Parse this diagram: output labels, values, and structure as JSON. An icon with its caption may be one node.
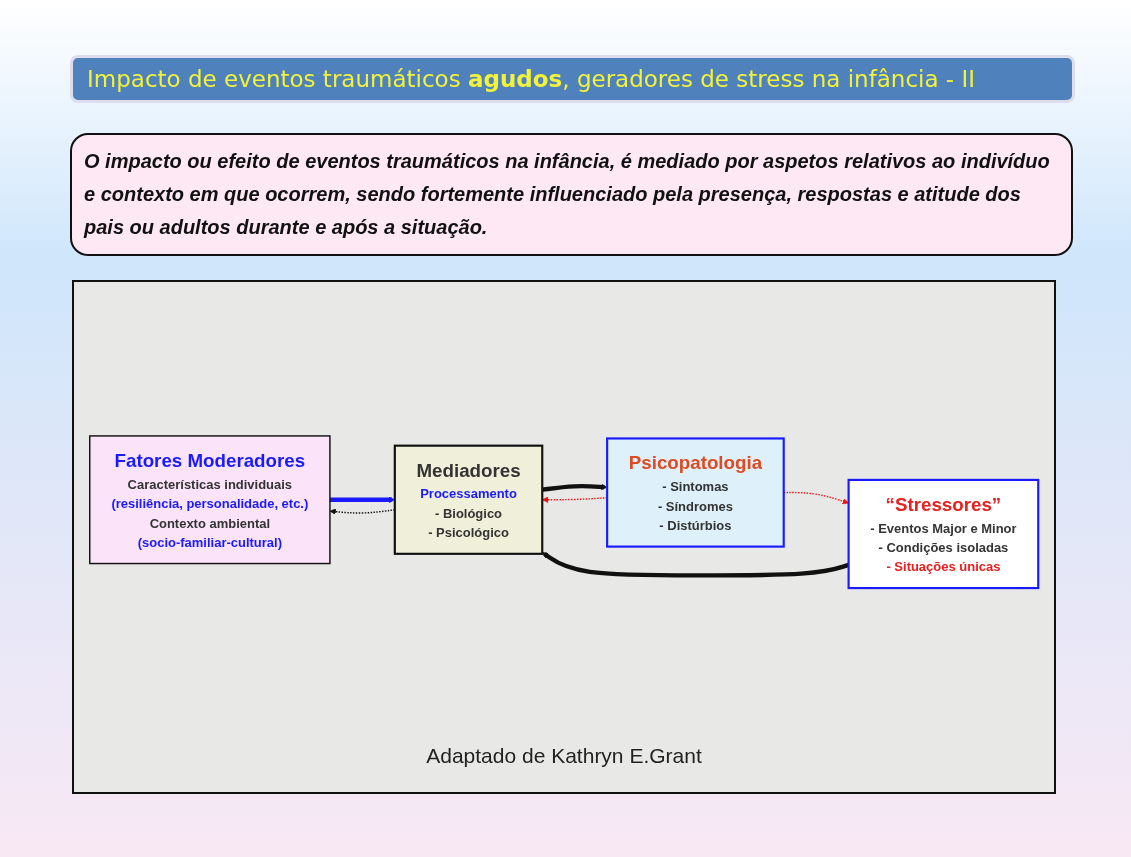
{
  "diagram": {
    "title": "Impacto de eventos traumáticos **agudos**, geradores de stress na infância - II",
    "caption": "Adaptado de Kathryn E.Grant",
    "nodes": [
      {
        "text": [
          "Fatores Moderadores",
          "Características individuais",
          "(resiliência, personalidade, etc.)",
          "Contexto ambiental",
          "(socio-familiar-cultural)"
        ]
      },
      {
        "text": [
          "“Stressores”",
          "- Eventos Major e Minor",
          "- Condições isoladas",
          "- Situações únicas"
        ]
      },
      {
        "text": [
          "Mediadores",
          "Processamento",
          "- Biológico",
          "- Psicológico"
        ]
      },
      {
        "text": [
          "Psicopatologia",
          "- Sintomas",
          "- Síndromes",
          "- Distúrbios"
        ]
      }
    ],
    "edges": [
      {
        "from": 2,
        "to": 0,
        "arrow": "to",
        "style": "dashed"
      },
      {
        "from": 0,
        "to": 2,
        "arrow": "to",
        "style": "thick",
        "color": "#1a1aff"
      },
      {
        "from": 1,
        "to": 2,
        "arrow": "to",
        "style": "thick"
      },
      {
        "from": 2,
        "to": 3,
        "arrow": "to",
        "style": "thick"
      },
      {
        "from": 3,
        "to": 2,
        "arrow": "to",
        "style": "dashed",
        "color": "#ee1111"
      },
      {
        "from": 3,
        "to": 1,
        "arrow": "to",
        "style": "dashed",
        "color": "#ee1111"
      }
    ],
    "labels": [
      "O impacto ou efeito de eventos traumáticos na infância, é mediado por aspetos relativos ao indivíduo e contexto em que ocorrem, sendo fortemente influenciado pela presença, respostas e atitude dos pais ou adultos durante e após a situação."
    ]
  }
}
